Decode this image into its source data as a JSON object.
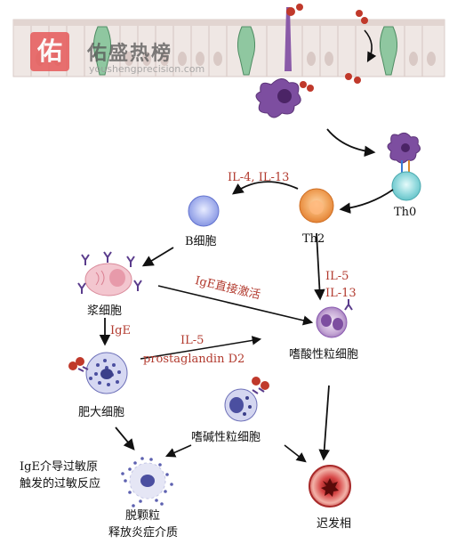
{
  "watermark": {
    "logo_char": "佑",
    "name": "佑盛热榜",
    "url": "youshengprecision.com"
  },
  "labels": {
    "th0": "Th0",
    "th2": "Th2",
    "b_cell": "B细胞",
    "plasma_cell": "浆细胞",
    "mast_cell": "肥大细胞",
    "eosinophil": "嗜酸性粒细胞",
    "basophil": "嗜碱性粒细胞",
    "late_phase": "迟发相",
    "degranulation_line1": "脱颗粒",
    "degranulation_line2": "释放炎症介质",
    "ige_reaction_line1": "IgE介导过敏原",
    "ige_reaction_line2": "触发的过敏反应"
  },
  "mediators": {
    "il4_il13": "IL-4, IL-13",
    "ige_direct": "IgE直接激活",
    "il5_eos_1": "IL-5",
    "il5_eos_2": "IL-13",
    "ige": "IgE",
    "il5_mast": "IL-5",
    "pgd2": "prostaglandin D2"
  }
}
